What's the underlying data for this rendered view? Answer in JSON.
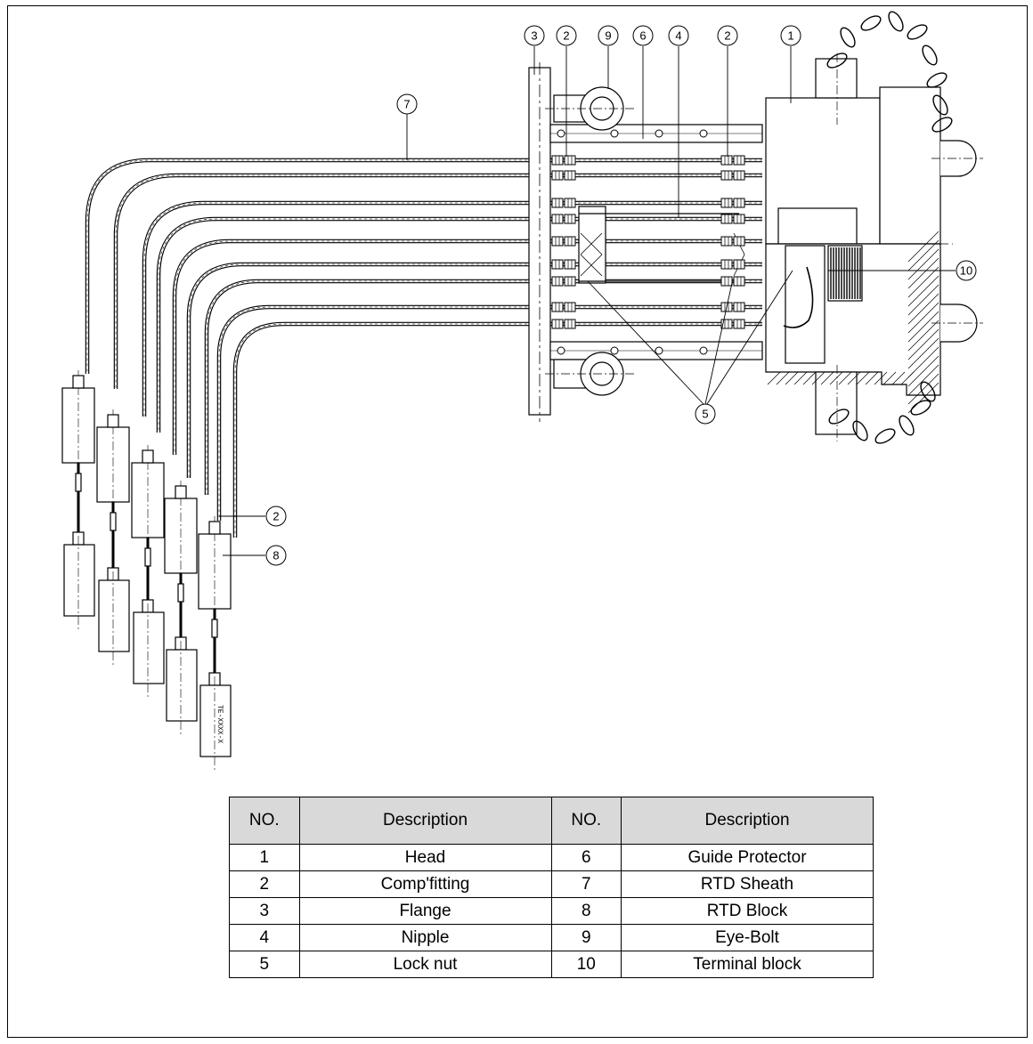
{
  "callouts": [
    "1",
    "2",
    "3",
    "4",
    "5",
    "6",
    "7",
    "8",
    "9",
    "10"
  ],
  "probe_tag": "TE-XXXX-X",
  "table": {
    "headers": [
      "NO.",
      "Description",
      "NO.",
      "Description"
    ],
    "rows": [
      {
        "no_a": "1",
        "desc_a": "Head",
        "no_b": "6",
        "desc_b": "Guide Protector"
      },
      {
        "no_a": "2",
        "desc_a": "Comp'fitting",
        "no_b": "7",
        "desc_b": "RTD Sheath"
      },
      {
        "no_a": "3",
        "desc_a": "Flange",
        "no_b": "8",
        "desc_b": "RTD Block"
      },
      {
        "no_a": "4",
        "desc_a": "Nipple",
        "no_b": "9",
        "desc_b": "Eye-Bolt"
      },
      {
        "no_a": "5",
        "desc_a": "Lock nut",
        "no_b": "10",
        "desc_b": "Terminal block"
      }
    ]
  }
}
